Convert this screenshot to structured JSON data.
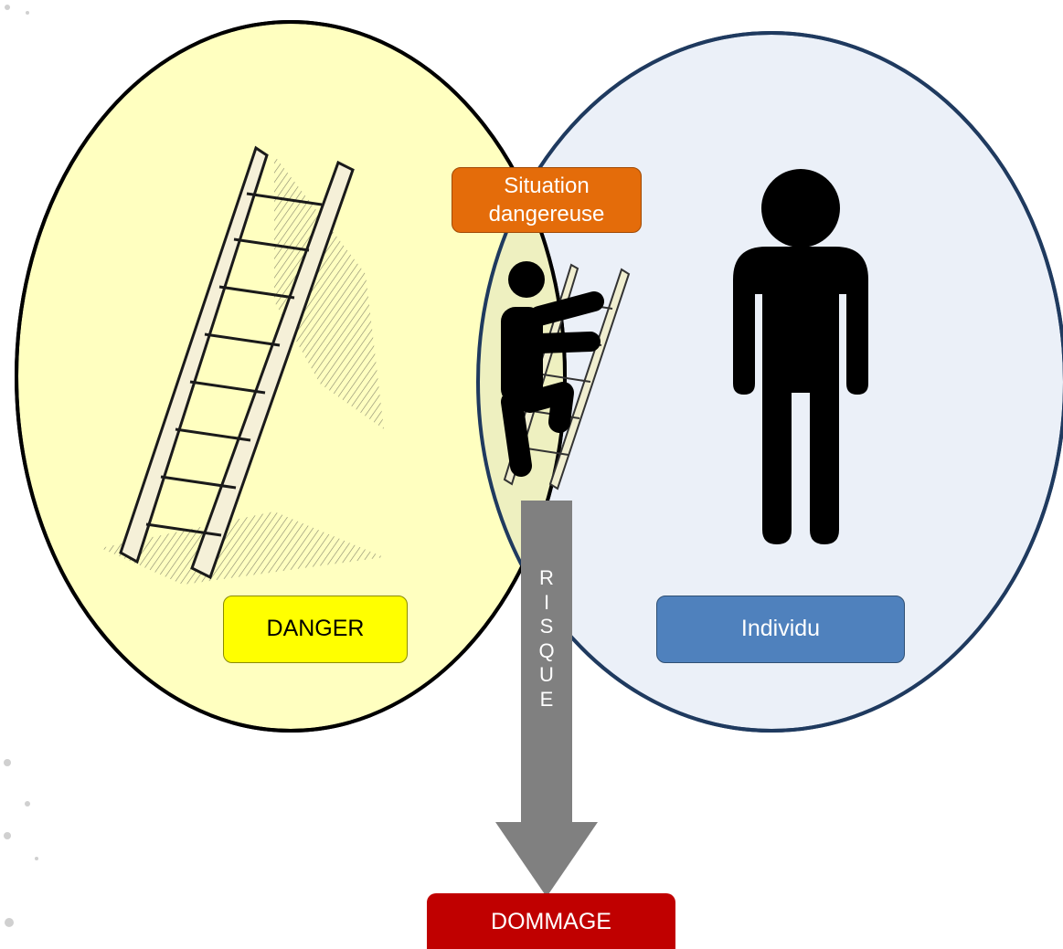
{
  "diagram": {
    "danger_label": "DANGER",
    "individu_label": "Individu",
    "situation_label_line1": "Situation",
    "situation_label_line2": "dangereuse",
    "risque_letters": [
      "R",
      "I",
      "S",
      "Q",
      "U",
      "E"
    ],
    "dommage_label": "DOMMAGE"
  },
  "colors": {
    "danger_circle_fill": "#ffffc0",
    "individu_circle_fill": "#ebf0f8",
    "overlap_fill": "#eef0c0",
    "individu_circle_stroke": "#1f3a5f",
    "danger_box": "#ffff00",
    "individu_box": "#4f81bd",
    "situation_box": "#e46c0a",
    "risque_arrow": "#808080",
    "dommage_box": "#c00000"
  },
  "icons": {
    "ladder": "ladder-icon",
    "person": "person-icon",
    "climber": "person-climbing-ladder-icon"
  }
}
